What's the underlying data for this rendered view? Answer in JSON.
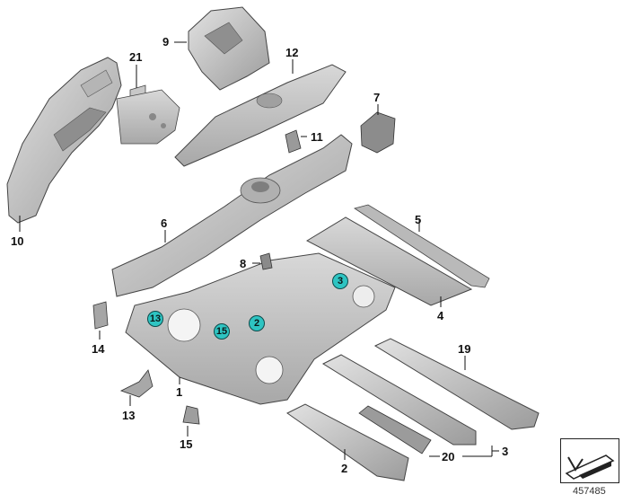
{
  "diagram": {
    "part_labels": {
      "p1": "1",
      "p2": "2",
      "p3": "3",
      "p4": "4",
      "p5": "5",
      "p6": "6",
      "p7": "7",
      "p8": "8",
      "p9": "9",
      "p10": "10",
      "p11": "11",
      "p12": "12",
      "p13": "13",
      "p14": "14",
      "p15": "15",
      "p19": "19",
      "p20": "20",
      "p21": "21"
    },
    "callouts": {
      "c3": "3",
      "c2": "2",
      "c13": "13",
      "c15": "15"
    },
    "document_number": "457485",
    "icon": "bookmark-arrow-icon",
    "colors": {
      "part_fill": "#c9c9c9",
      "part_shade": "#9a9a9a",
      "callout_fill": "#2ec4c2",
      "stroke": "#333333"
    }
  }
}
